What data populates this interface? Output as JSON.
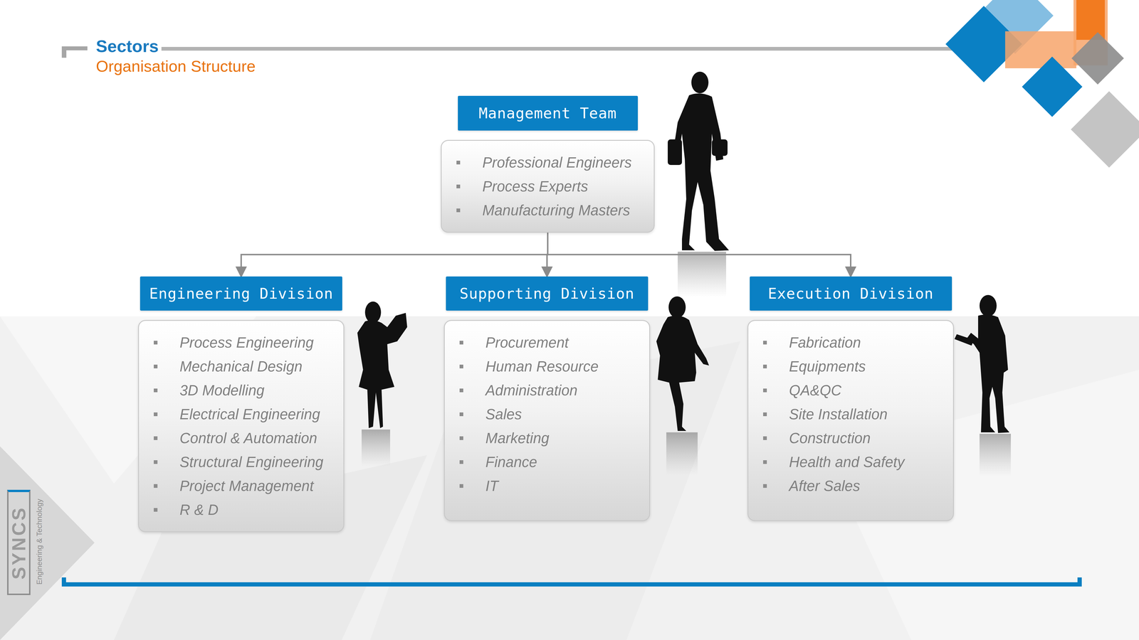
{
  "diagram": {
    "title": "Sectors",
    "nodes": [
      {
        "text": [
          "Management Team",
          "Professional Engineers",
          "Process Experts",
          "Manufacturing Masters"
        ]
      },
      {
        "text": [
          "Engineering Division",
          "Process Engineering",
          "Mechanical Design",
          "3D Modelling",
          "Electrical Engineering",
          "Control & Automation",
          "Structural Engineering",
          "Project Management",
          "R & D"
        ]
      },
      {
        "text": [
          "Supporting Division",
          "Procurement",
          "Human Resource",
          "Administration",
          "Sales",
          "Marketing",
          "Finance",
          "IT"
        ]
      },
      {
        "text": [
          "Execution Division",
          "Fabrication",
          "Equipments",
          "QA&QC",
          "Site Installation",
          "Construction",
          "Health and Safety",
          "After Sales"
        ]
      }
    ],
    "edges": [
      {
        "from": 0,
        "to": 1,
        "arrow": "to"
      },
      {
        "from": 0,
        "to": 2,
        "arrow": "to"
      },
      {
        "from": 0,
        "to": 3,
        "arrow": "to"
      }
    ],
    "labels": [
      "Organisation Structure",
      "SYNCS",
      "Engineering & Technology"
    ]
  }
}
